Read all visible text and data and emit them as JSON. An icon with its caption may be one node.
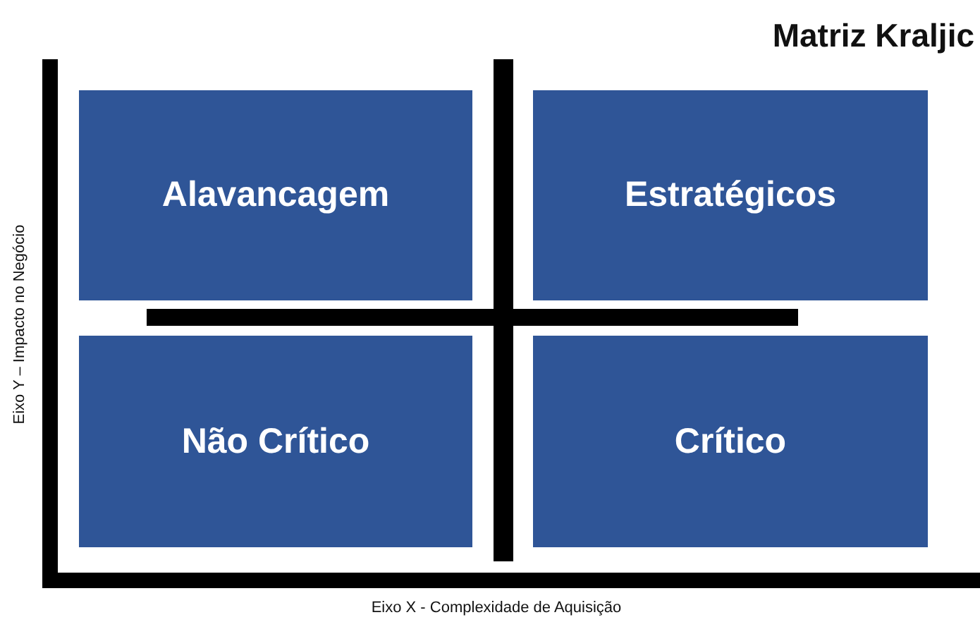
{
  "diagram": {
    "title": "Matriz Kraljic",
    "nodes": [
      {
        "text": [
          "Alavancagem"
        ]
      },
      {
        "text": [
          "Estratégicos"
        ]
      },
      {
        "text": [
          "Não Crítico"
        ]
      },
      {
        "text": [
          "Crítico"
        ]
      }
    ],
    "edges": [],
    "labels": [
      "Eixo Y – Impacto no Negócio",
      "Eixo X - Complexidade de Aquisição"
    ]
  }
}
